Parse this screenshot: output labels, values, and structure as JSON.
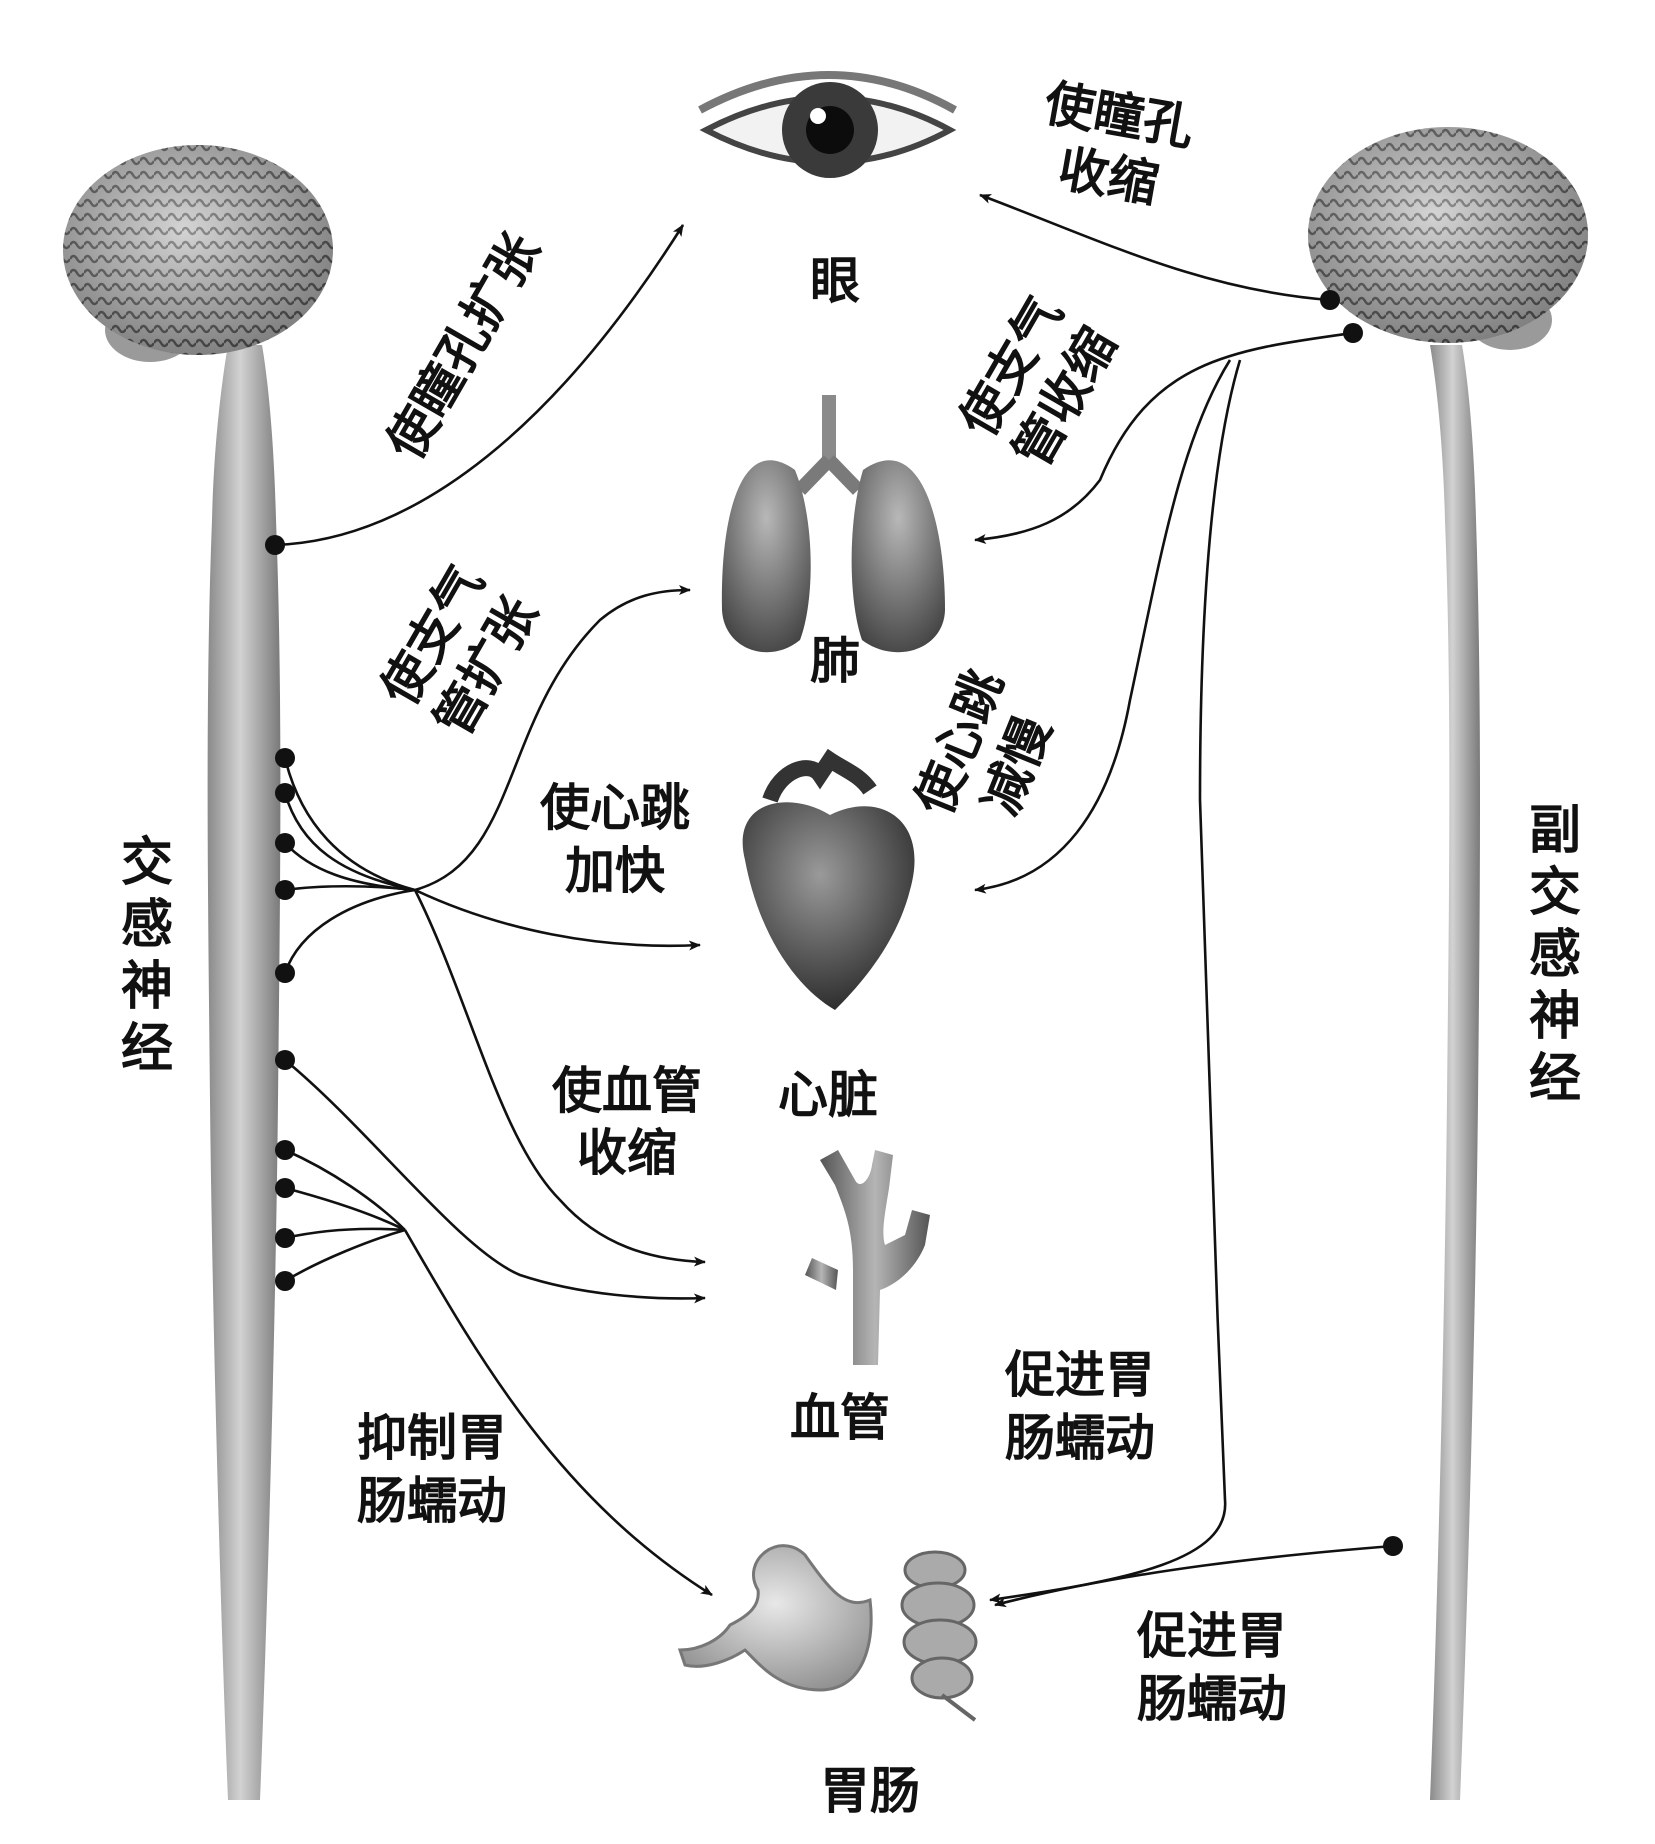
{
  "systems": {
    "sympathetic": {
      "label": "交感神经"
    },
    "parasympathetic": {
      "label": "副交感神经"
    }
  },
  "organs": {
    "eye": {
      "label": "眼"
    },
    "lung": {
      "label": "肺"
    },
    "heart": {
      "label": "心脏"
    },
    "vessel": {
      "label": "血管"
    },
    "gut": {
      "label": "胃肠"
    }
  },
  "effects": {
    "symp_eye": [
      "使瞳孔扩张"
    ],
    "symp_lung": [
      "使支气",
      "管扩张"
    ],
    "symp_heart": [
      "使心跳",
      "加快"
    ],
    "symp_vessel": [
      "使血管",
      "收缩"
    ],
    "symp_gut": [
      "抑制胃",
      "肠蠕动"
    ],
    "para_eye": [
      "使瞳孔",
      "收缩"
    ],
    "para_lung": [
      "使支气",
      "管收缩"
    ],
    "para_heart": [
      "使心跳",
      "减慢"
    ],
    "para_gut_upper": [
      "促进胃",
      "肠蠕动"
    ],
    "para_gut_lower": [
      "促进胃",
      "肠蠕动"
    ]
  }
}
